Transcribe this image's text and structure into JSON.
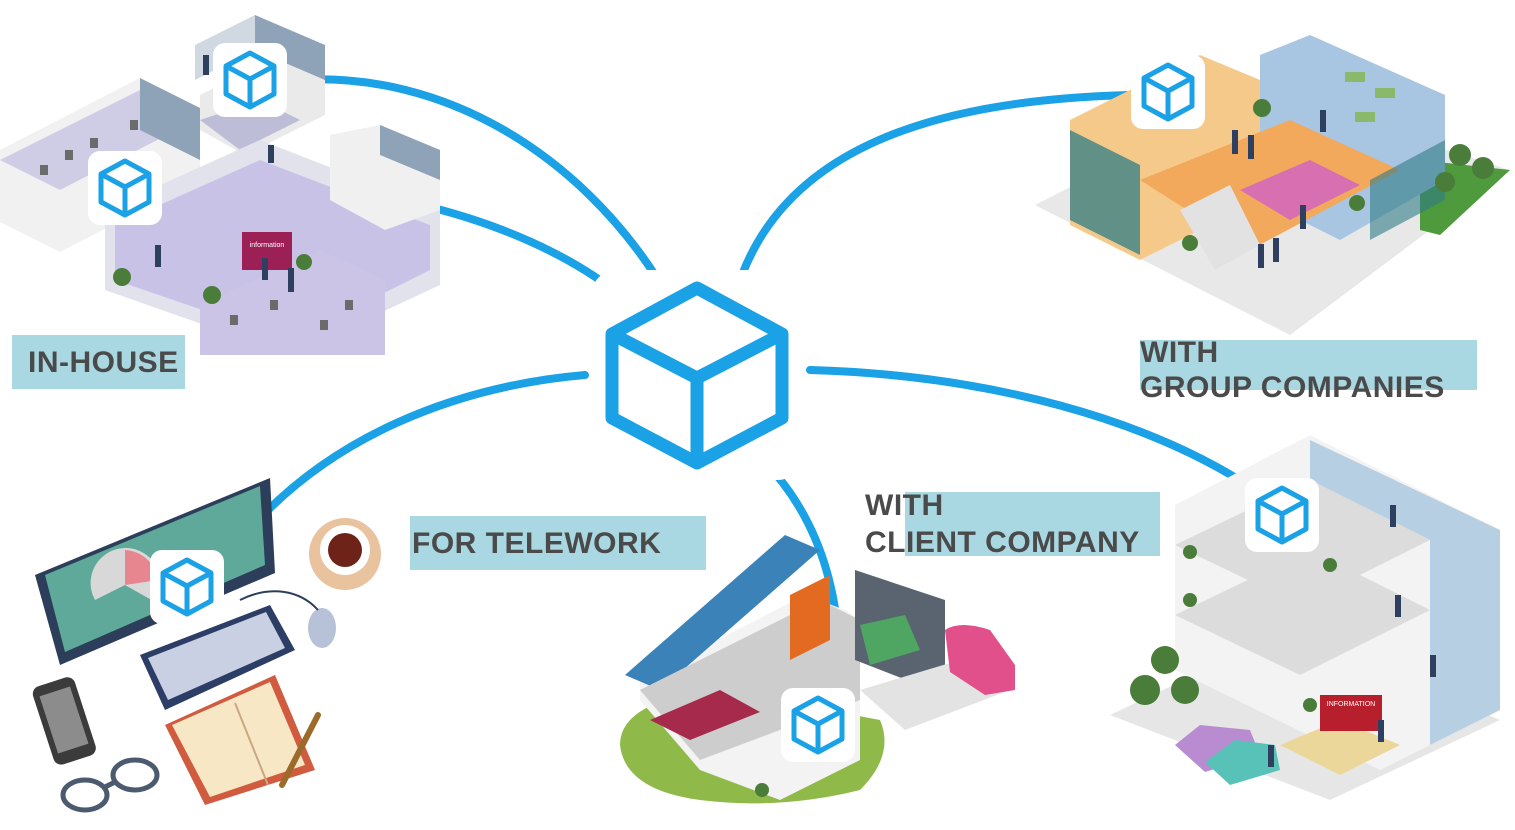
{
  "labels": {
    "in_house": "IN-HOUSE",
    "group_line1": "WITH",
    "group_line2": "GROUP COMPANIES",
    "telework": "FOR TELEWORK",
    "client_line1": "WITH",
    "client_line2": "CLIENT COMPANY"
  },
  "signs": {
    "in_house_info": "information",
    "client_info": "INFORMATION"
  },
  "colors": {
    "accent_blue": "#1aa1e6",
    "label_bg": "#a9d8e2",
    "label_text": "#4a4a4a"
  },
  "icons": [
    "hub-cube-icon",
    "node-cube-icon"
  ]
}
